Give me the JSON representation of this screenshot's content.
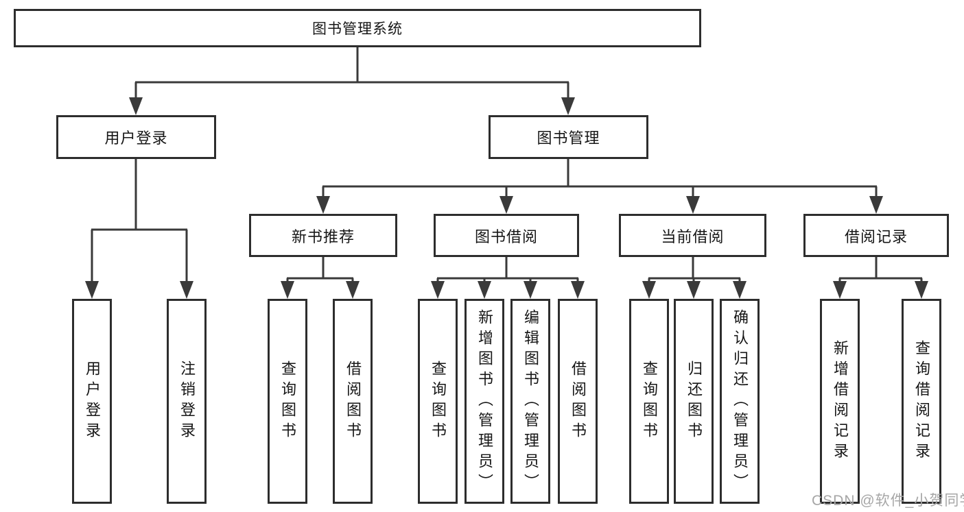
{
  "tree": {
    "root": {
      "label": "图书管理系统"
    },
    "children": [
      {
        "label": "用户登录",
        "children": [
          {
            "label": "用户登录"
          },
          {
            "label": "注销登录"
          }
        ]
      },
      {
        "label": "图书管理",
        "children": [
          {
            "label": "新书推荐",
            "children": [
              {
                "label": "查询图书"
              },
              {
                "label": "借阅图书"
              }
            ]
          },
          {
            "label": "图书借阅",
            "children": [
              {
                "label": "查询图书"
              },
              {
                "label": "新增图书（管理员）"
              },
              {
                "label": "编辑图书（管理员）"
              },
              {
                "label": "借阅图书"
              }
            ]
          },
          {
            "label": "当前借阅",
            "children": [
              {
                "label": "查询图书"
              },
              {
                "label": "归还图书"
              },
              {
                "label": "确认归还（管理员）"
              }
            ]
          },
          {
            "label": "借阅记录",
            "children": [
              {
                "label": "新增借阅记录"
              },
              {
                "label": "查询借阅记录"
              }
            ]
          }
        ]
      }
    ]
  },
  "watermark": "CSDN @软件_小贺同学",
  "colors": {
    "line": "#3a3a3a",
    "border": "#2d2d2d",
    "text": "#161616",
    "watermark": "#a6a6a6",
    "background": "#ffffff"
  }
}
